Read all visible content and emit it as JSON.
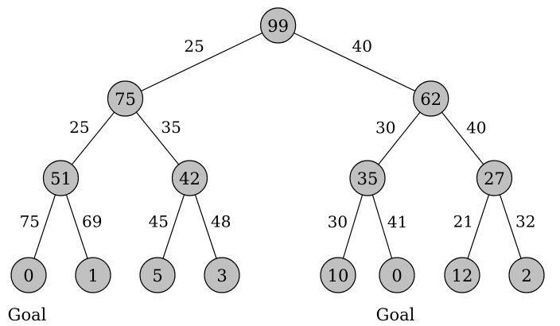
{
  "colors": {
    "node_fill": "#c0c0c0",
    "stroke": "#000000",
    "text": "#000000",
    "background": "#ffffff"
  },
  "tree": {
    "nodes": [
      {
        "id": "n0",
        "value": "99",
        "level": 0,
        "parent": null
      },
      {
        "id": "n1",
        "value": "75",
        "level": 1,
        "parent": "n0",
        "edge_weight": "25"
      },
      {
        "id": "n2",
        "value": "62",
        "level": 1,
        "parent": "n0",
        "edge_weight": "40"
      },
      {
        "id": "n3",
        "value": "51",
        "level": 2,
        "parent": "n1",
        "edge_weight": "25"
      },
      {
        "id": "n4",
        "value": "42",
        "level": 2,
        "parent": "n1",
        "edge_weight": "35"
      },
      {
        "id": "n5",
        "value": "35",
        "level": 2,
        "parent": "n2",
        "edge_weight": "30"
      },
      {
        "id": "n6",
        "value": "27",
        "level": 2,
        "parent": "n2",
        "edge_weight": "40"
      },
      {
        "id": "n7",
        "value": "0",
        "level": 3,
        "parent": "n3",
        "edge_weight": "75",
        "goal_label": "Goal"
      },
      {
        "id": "n8",
        "value": "1",
        "level": 3,
        "parent": "n3",
        "edge_weight": "69"
      },
      {
        "id": "n9",
        "value": "5",
        "level": 3,
        "parent": "n4",
        "edge_weight": "45"
      },
      {
        "id": "n10",
        "value": "3",
        "level": 3,
        "parent": "n4",
        "edge_weight": "48"
      },
      {
        "id": "n11",
        "value": "10",
        "level": 3,
        "parent": "n5",
        "edge_weight": "30"
      },
      {
        "id": "n12",
        "value": "0",
        "level": 3,
        "parent": "n5",
        "edge_weight": "41",
        "goal_label": "Goal"
      },
      {
        "id": "n13",
        "value": "12",
        "level": 3,
        "parent": "n6",
        "edge_weight": "21"
      },
      {
        "id": "n14",
        "value": "2",
        "level": 3,
        "parent": "n6",
        "edge_weight": "32"
      }
    ]
  }
}
